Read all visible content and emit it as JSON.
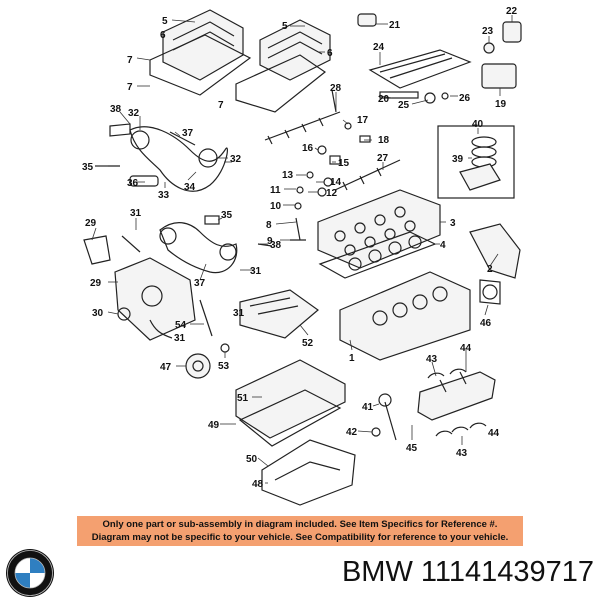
{
  "callouts": [
    "5",
    "21",
    "22",
    "6",
    "7",
    "24",
    "23",
    "28",
    "20",
    "25",
    "26",
    "19",
    "38",
    "32",
    "37",
    "17",
    "18",
    "40",
    "27",
    "39",
    "35",
    "16",
    "15",
    "36",
    "33",
    "34",
    "13",
    "14",
    "11",
    "12",
    "10",
    "3",
    "8",
    "31",
    "29",
    "4",
    "9",
    "38",
    "37",
    "2",
    "29",
    "31",
    "30",
    "54",
    "46",
    "52",
    "1",
    "47",
    "53",
    "44",
    "43",
    "51",
    "41",
    "49",
    "42",
    "45",
    "50",
    "48"
  ],
  "notice": {
    "line1": "Only one part or sub-assembly in diagram included. See Item Specifics for Reference #.",
    "line2": "Diagram may not be specific to your vehicle. See Compatibility for reference to your vehicle."
  },
  "part_number": "BMW 11141439717",
  "colors": {
    "notice_bg": "#f4a070",
    "logo_blue": "#2f7fc1"
  },
  "logo_icon": "bmw-roundel-icon"
}
